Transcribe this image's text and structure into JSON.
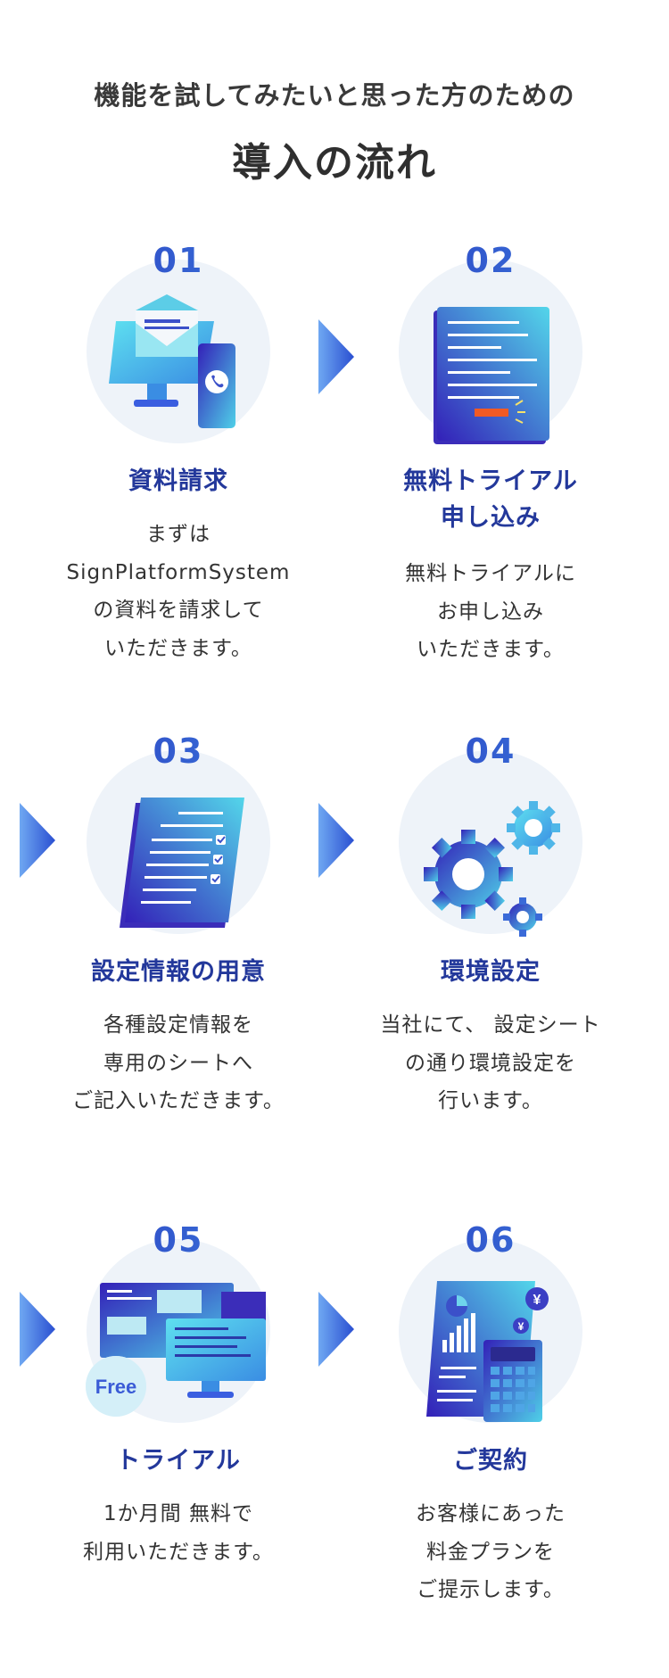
{
  "header": {
    "subtitle": "機能を試してみたいと思った方のための",
    "title": "導入の流れ"
  },
  "steps": [
    {
      "number": "01",
      "title_line1": "資料請求",
      "title_line2": "",
      "desc": [
        "まずは",
        "SignPlatformSystem",
        "の資料を請求して",
        "いただきます。"
      ],
      "icon": "mail-monitor-phone-icon"
    },
    {
      "number": "02",
      "title_line1": "無料トライアル",
      "title_line2": "申し込み",
      "desc": [
        "無料トライアルに",
        "お申し込み",
        "いただきます。"
      ],
      "icon": "application-form-icon"
    },
    {
      "number": "03",
      "title_line1": "設定情報の用意",
      "title_line2": "",
      "desc": [
        "各種設定情報を",
        "専用のシートへ",
        "ご記入いただきます。"
      ],
      "icon": "checklist-sheet-icon"
    },
    {
      "number": "04",
      "title_line1": "環境設定",
      "title_line2": "",
      "desc": [
        "当社にて、 設定シート",
        "の通り環境設定を",
        "行います。"
      ],
      "icon": "gears-icon"
    },
    {
      "number": "05",
      "title_line1": "トライアル",
      "title_line2": "",
      "desc": [
        "1か月間 無料で",
        "利用いただきます。"
      ],
      "icon": "free-trial-monitor-icon",
      "badge": "Free"
    },
    {
      "number": "06",
      "title_line1": "ご契約",
      "title_line2": "",
      "desc": [
        "お客様にあった",
        "料金プランを",
        "ご提示します。"
      ],
      "icon": "contract-calculator-icon",
      "currency_symbol": "¥"
    }
  ],
  "colors": {
    "accent_dark": "#23389b",
    "gradient_start": "#3320b8",
    "gradient_end": "#4fd0e8",
    "circle_bg": "#eef3f9"
  }
}
